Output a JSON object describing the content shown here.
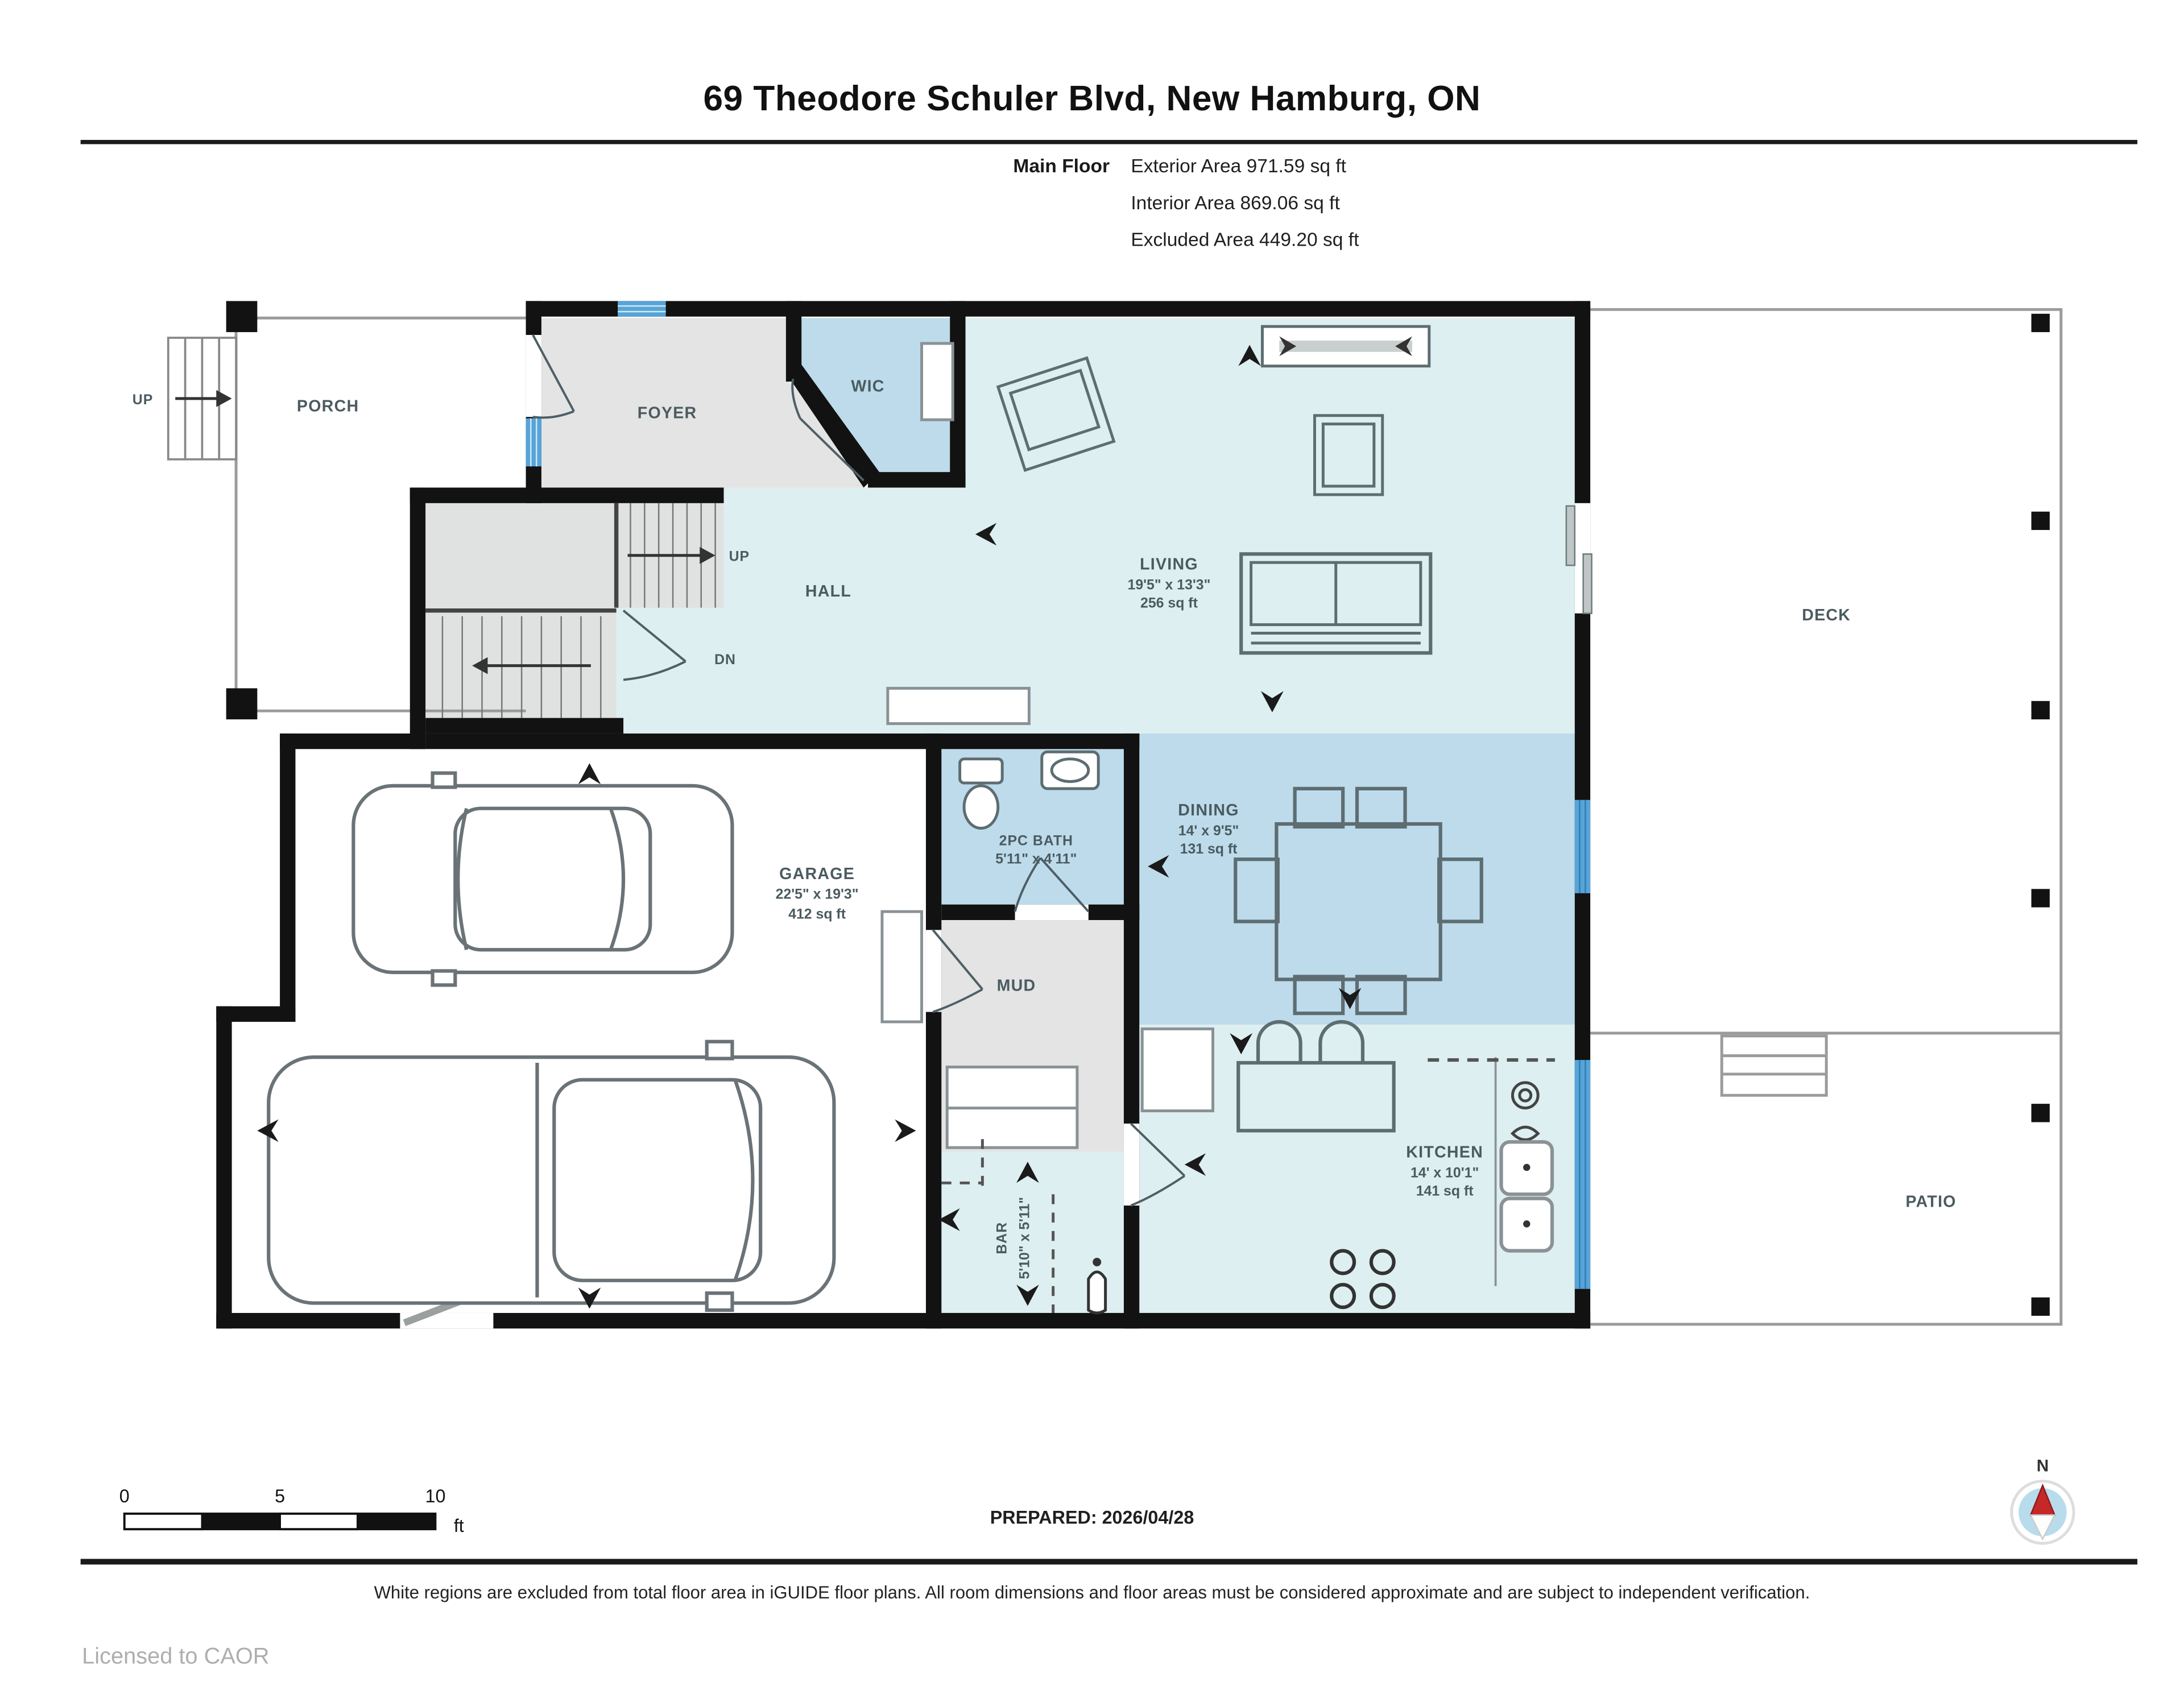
{
  "header": {
    "title": "69 Theodore Schuler Blvd, New Hamburg, ON",
    "floor_label": "Main Floor",
    "stats": [
      {
        "text": "Exterior Area 971.59 sq ft"
      },
      {
        "text": "Interior Area 869.06 sq ft"
      },
      {
        "text": "Excluded Area 449.20 sq ft"
      }
    ]
  },
  "rooms": {
    "porch": {
      "name": "PORCH"
    },
    "foyer": {
      "name": "FOYER"
    },
    "wic": {
      "name": "WIC"
    },
    "living": {
      "name": "LIVING",
      "dims": "19'5\" x 13'3\"",
      "area": "256 sq ft"
    },
    "hall": {
      "name": "HALL"
    },
    "garage": {
      "name": "GARAGE",
      "dims": "22'5\" x 19'3\"",
      "area": "412 sq ft"
    },
    "bath": {
      "name": "2PC BATH",
      "dims": "5'11\" x 4'11\""
    },
    "mud": {
      "name": "MUD"
    },
    "bar": {
      "name": "BAR",
      "dims": "5'10\" x 5'11\""
    },
    "dining": {
      "name": "DINING",
      "dims": "14' x 9'5\"",
      "area": "131 sq ft"
    },
    "kitchen": {
      "name": "KITCHEN",
      "dims": "14' x 10'1\"",
      "area": "141 sq ft"
    },
    "deck": {
      "name": "DECK"
    },
    "patio": {
      "name": "PATIO"
    }
  },
  "stairs": {
    "hall_up": "UP",
    "hall_dn": "DN",
    "porch_up": "UP"
  },
  "scale_bar": {
    "tick0": "0",
    "tick5": "5",
    "tick10": "10",
    "unit": "ft"
  },
  "compass": {
    "north": "N"
  },
  "footer": {
    "prepared": "PREPARED: 2026/04/28",
    "disclaimer": "White regions are excluded from total floor area in iGUIDE floor plans. All room dimensions and floor areas must be considered approximate and are subject to independent verification.",
    "license": "Licensed to CAOR"
  },
  "colors": {
    "wall": "#121212",
    "floor_cyan": "#ddeff0",
    "floor_blue": "#bddbeb",
    "floor_gray": "#e3e4e3",
    "window_blue": "#57a4d8",
    "furniture": "#5d6d72",
    "compass_red": "#c62828"
  }
}
